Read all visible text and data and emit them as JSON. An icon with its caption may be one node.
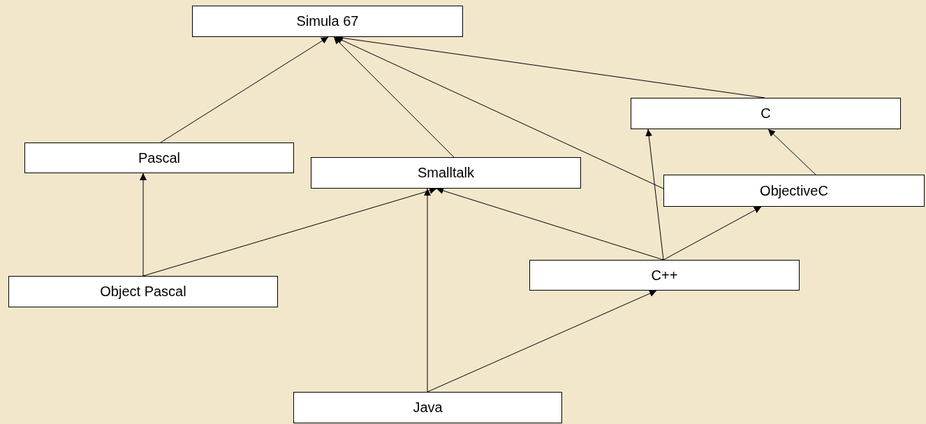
{
  "diagram": {
    "nodes": [
      {
        "text": [
          "Simula 67"
        ]
      },
      {
        "text": [
          "C"
        ]
      },
      {
        "text": [
          "Pascal"
        ]
      },
      {
        "text": [
          "Smalltalk"
        ]
      },
      {
        "text": [
          "ObjectiveC"
        ]
      },
      {
        "text": [
          "Object Pascal"
        ]
      },
      {
        "text": [
          "C++"
        ]
      },
      {
        "text": [
          "Java"
        ]
      }
    ],
    "edges": [
      {
        "from": 2,
        "to": 0,
        "arrow": "to"
      },
      {
        "from": 3,
        "to": 0,
        "arrow": "to"
      },
      {
        "from": 4,
        "to": 0,
        "arrow": "to"
      },
      {
        "from": 1,
        "to": 0,
        "arrow": "to"
      },
      {
        "from": 4,
        "to": 1,
        "arrow": "to"
      },
      {
        "from": 5,
        "to": 2,
        "arrow": "to"
      },
      {
        "from": 5,
        "to": 3,
        "arrow": "to"
      },
      {
        "from": 6,
        "to": 3,
        "arrow": "to"
      },
      {
        "from": 6,
        "to": 1,
        "arrow": "to"
      },
      {
        "from": 6,
        "to": 4,
        "arrow": "to"
      },
      {
        "from": 7,
        "to": 3,
        "arrow": "to"
      },
      {
        "from": 7,
        "to": 6,
        "arrow": "to"
      }
    ]
  }
}
